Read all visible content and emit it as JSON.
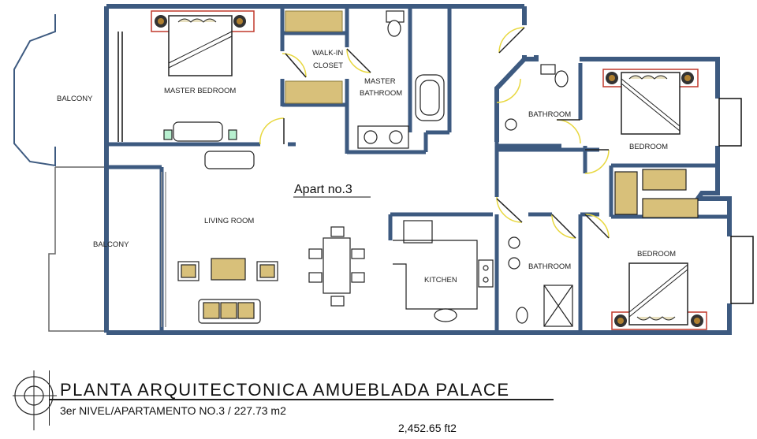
{
  "apartment_label": "Apart no.3",
  "rooms": {
    "balcony_top": "BALCONY",
    "balcony_bottom": "BALCONY",
    "master_bedroom": "MASTER BEDROOM",
    "walk_in_1": "WALK-IN",
    "walk_in_2": "CLOSET",
    "master_bath_1": "MASTER",
    "master_bath_2": "BATHROOM",
    "bathroom_top": "BATHROOM",
    "bedroom_top": "BEDROOM",
    "living_room": "LIVING ROOM",
    "kitchen": "KITCHEN",
    "bathroom_bottom": "BATHROOM",
    "bedroom_bottom": "BEDROOM"
  },
  "title_block": {
    "title": "PLANTA ARQUITECTONICA AMUEBLADA PALACE",
    "subtitle": "3er NIVEL/APARTAMENTO NO.3 / 227.73 m2",
    "area_ft": "2,452.65 ft2"
  },
  "colors": {
    "wall": "#3d5a80",
    "furniture_tan": "#d8c07a",
    "bed_frame": "#c0392b"
  }
}
